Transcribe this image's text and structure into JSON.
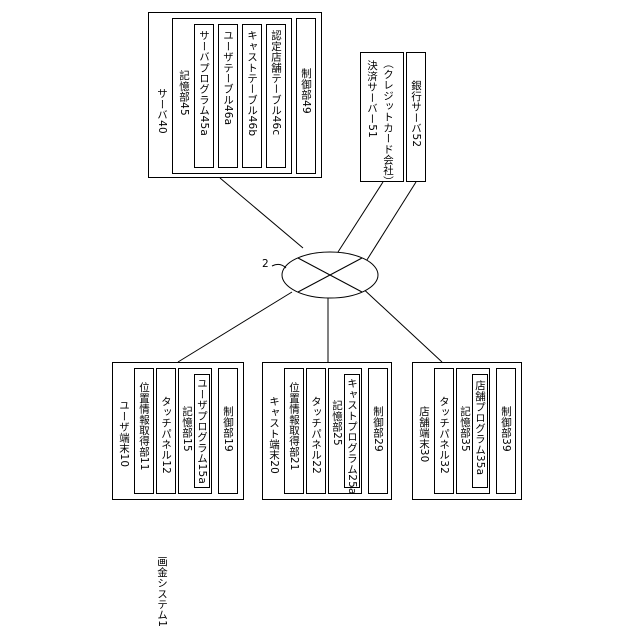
{
  "system": {
    "label": "画金システム1",
    "network_label": "2"
  },
  "server": {
    "title": "サーバ40",
    "storage": "記憶部45",
    "program": "サーバプログラム45a",
    "user_table": "ユーザテーブル46a",
    "cast_table": "キャストテーブル46b",
    "store_table": "認定店舗テーブル46c",
    "control": "制御部49"
  },
  "payment_server": {
    "line1": "決済サーバー51",
    "line2": "（クレジットカード会社）"
  },
  "bank_server": {
    "title": "銀行サーバ52"
  },
  "user_terminal": {
    "title": "ユーザ端末10",
    "location": "位置情報取得部11",
    "touch": "タッチパネル12",
    "storage": "記憶部15",
    "program": "ユーザプログラム15a",
    "control": "制御部19"
  },
  "cast_terminal": {
    "title": "キャスト端末20",
    "location": "位置情報取得部21",
    "touch": "タッチパネル22",
    "storage": "記憶部25",
    "program": "キャストプログラム25a",
    "control": "制御部29"
  },
  "store_terminal": {
    "title": "店舗端末30",
    "touch": "タッチパネル32",
    "storage": "記憶部35",
    "program": "店舗プログラム35a",
    "control": "制御部39"
  }
}
